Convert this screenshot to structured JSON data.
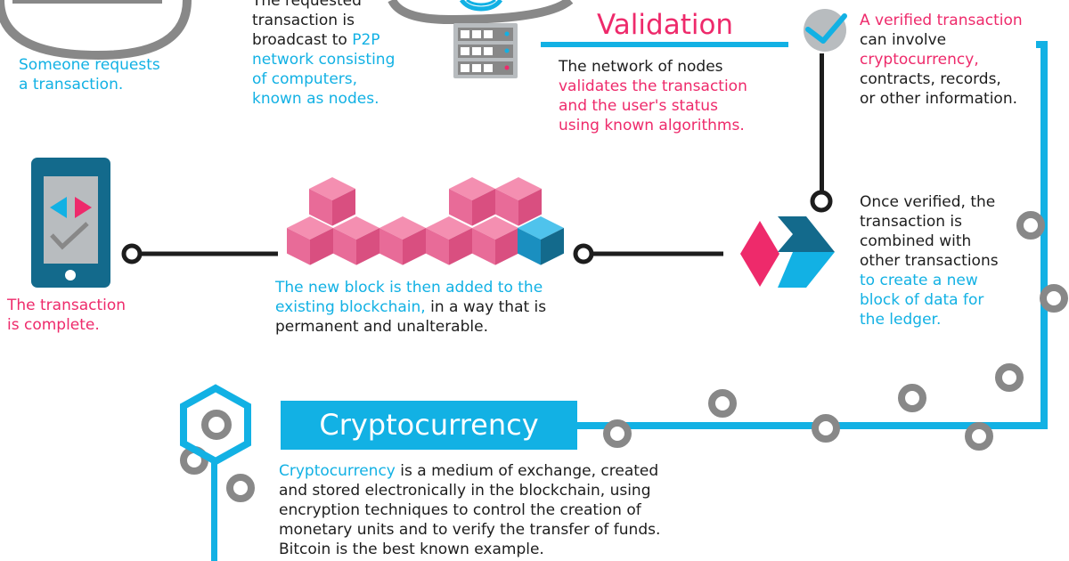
{
  "colors": {
    "blue": "#12b1e4",
    "pink": "#ee2a6b",
    "dark_teal": "#136a8c",
    "gray": "#888888",
    "text": "#1d1d1d"
  },
  "step1": {
    "text": "Someone requests a transaction.",
    "l1": "Someone requests",
    "l2": "a transaction."
  },
  "step2": {
    "l1": "The requested",
    "l2": "transaction is",
    "l3a": "broadcast to ",
    "l3b": "P2P",
    "l4": "network consisting",
    "l5": "of computers,",
    "l6": "known as nodes."
  },
  "validation": {
    "title": "Validation",
    "l1": "The network of nodes",
    "l2": "validates the transaction",
    "l3": "and the user's status",
    "l4": "using known algorithms."
  },
  "verified": {
    "l1": "A verified transaction",
    "l2": "can involve",
    "l3": "cryptocurrency,",
    "l4": "contracts, records,",
    "l5": "or other information."
  },
  "combined": {
    "l1": "Once verified, the",
    "l2": "transaction is",
    "l3": "combined with",
    "l4": "other transactions",
    "l5": "to create a new",
    "l6": "block of data for",
    "l7": "the ledger."
  },
  "new_block": {
    "l1": "The new block is then added to the",
    "l2a": "existing blockchain,",
    "l2b": " in a way that is",
    "l3": "permanent and unalterable."
  },
  "complete": {
    "l1": "The transaction",
    "l2": "is complete."
  },
  "crypto": {
    "title": "Cryptocurrency",
    "l1a": "Cryptocurrency",
    "l1b": " is a medium of exchange, created",
    "l2": "and stored electronically in the blockchain, using",
    "l3": "encryption techniques to control the creation of",
    "l4": "monetary units and to verify the transfer of funds.",
    "l5": "Bitcoin is the best known example."
  },
  "icons": [
    "person-icon",
    "server-icon",
    "checkmark-badge-icon",
    "smartphone-icon",
    "blockchain-cubes-icon",
    "arrow-chevrons-icon",
    "hexagon-icon"
  ]
}
